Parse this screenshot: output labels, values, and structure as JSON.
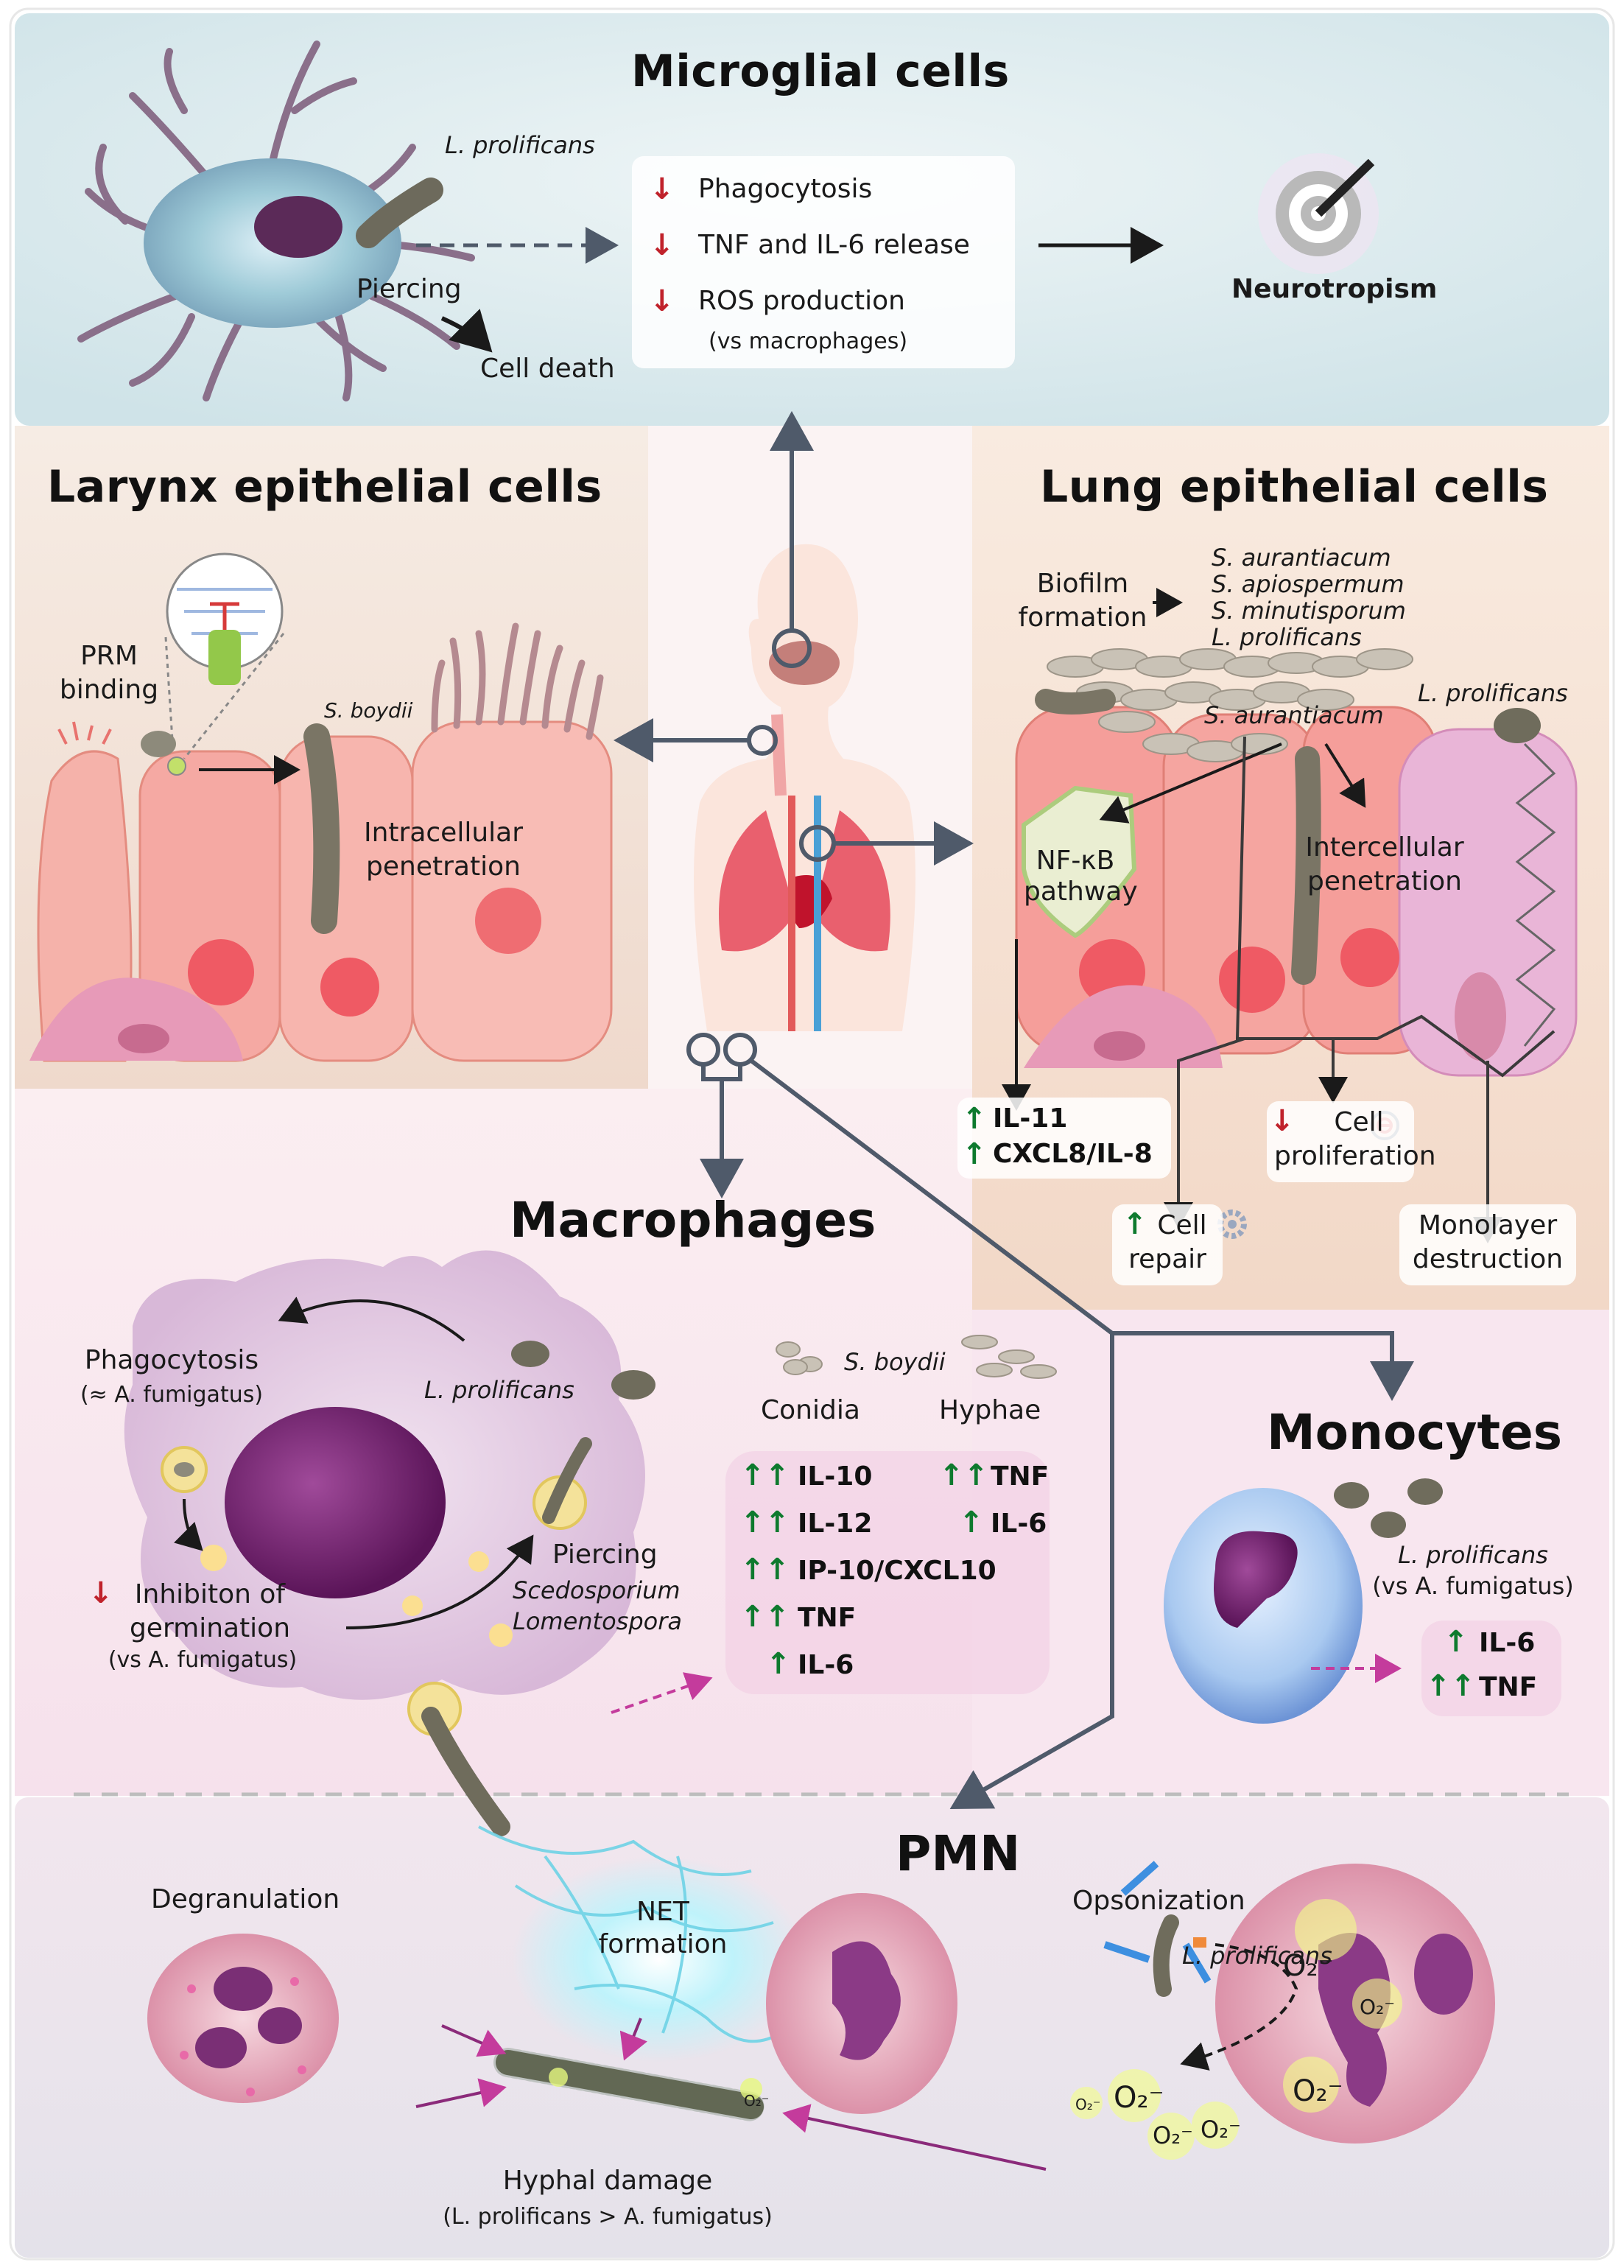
{
  "colors": {
    "top_panel": "#dcebf0",
    "left_panel": "#f2e3d8",
    "right_panel": "#f5e1d2",
    "macro_panel": "#f6e4ee",
    "pmn_panel": "#ece6ee",
    "arrow": "#4f5a6a",
    "up_arrow": "#0e7a2e",
    "down_arrow": "#c0222b",
    "cell_pink": "#f3a7a3",
    "fungus": "#8a8472"
  },
  "microglia": {
    "title": "Microglial cells",
    "species": "L. prolificans",
    "piercing": "Piercing",
    "cell_death": "Cell death",
    "effects": [
      "Phagocytosis",
      "TNF and IL-6 release",
      "ROS production"
    ],
    "effects_note": "(vs macrophages)",
    "outcome": "Neurotropism"
  },
  "larynx": {
    "title": "Larynx epithelial cells",
    "prm_binding": "PRM binding",
    "species": "S. boydii",
    "intracellular": "Intracellular penetration"
  },
  "lung": {
    "title": "Lung epithelial cells",
    "biofilm": "Biofilm formation",
    "biofilm_species": [
      "S. aurantiacum",
      "S. apiospermum",
      "S. minutisporum",
      "L. prolificans"
    ],
    "species_a": "S. aurantiacum",
    "species_b": "L. prolificans",
    "nfkb": "NF-κB pathway",
    "intercellular": "Intercellular penetration",
    "cytokines": [
      "IL-11",
      "CXCL8/IL-8"
    ],
    "cell_proliferation": "Cell proliferation",
    "cell_repair": "Cell repair",
    "monolayer": "Monolayer destruction"
  },
  "macrophages": {
    "title": "Macrophages",
    "phagocytosis": "Phagocytosis",
    "phago_note": "(≈ A. fumigatus)",
    "species": "L. prolificans",
    "inhibition": "Inhibiton of germination",
    "inhib_note": "(vs A. fumigatus)",
    "piercing": "Piercing",
    "pierce_species": [
      "Scedosporium",
      "Lomentospora"
    ],
    "sboydii": "S. boydii",
    "conidia_header": "Conidia",
    "hyphae_header": "Hyphae",
    "conidia": [
      "IL-10",
      "IL-12",
      "IP-10/CXCL10",
      "TNF",
      "IL-6"
    ],
    "conidia_arrows": [
      2,
      2,
      2,
      2,
      1
    ],
    "hyphae": [
      "TNF",
      "IL-6"
    ],
    "hyphae_arrows": [
      2,
      1
    ]
  },
  "monocytes": {
    "title": "Monocytes",
    "species": "L. prolificans",
    "note": "(vs A. fumigatus)",
    "cytokines": [
      "IL-6",
      "TNF"
    ],
    "cytokine_arrows": [
      1,
      2
    ]
  },
  "pmn": {
    "title": "PMN",
    "degranulation": "Degranulation",
    "net": "NET formation",
    "opsonization": "Opsonization",
    "species": "L. prolificans",
    "hyphal_damage": "Hyphal damage",
    "hyphal_note": "(L. prolificans > A. fumigatus)",
    "ros_symbol": "O₂⁻"
  }
}
